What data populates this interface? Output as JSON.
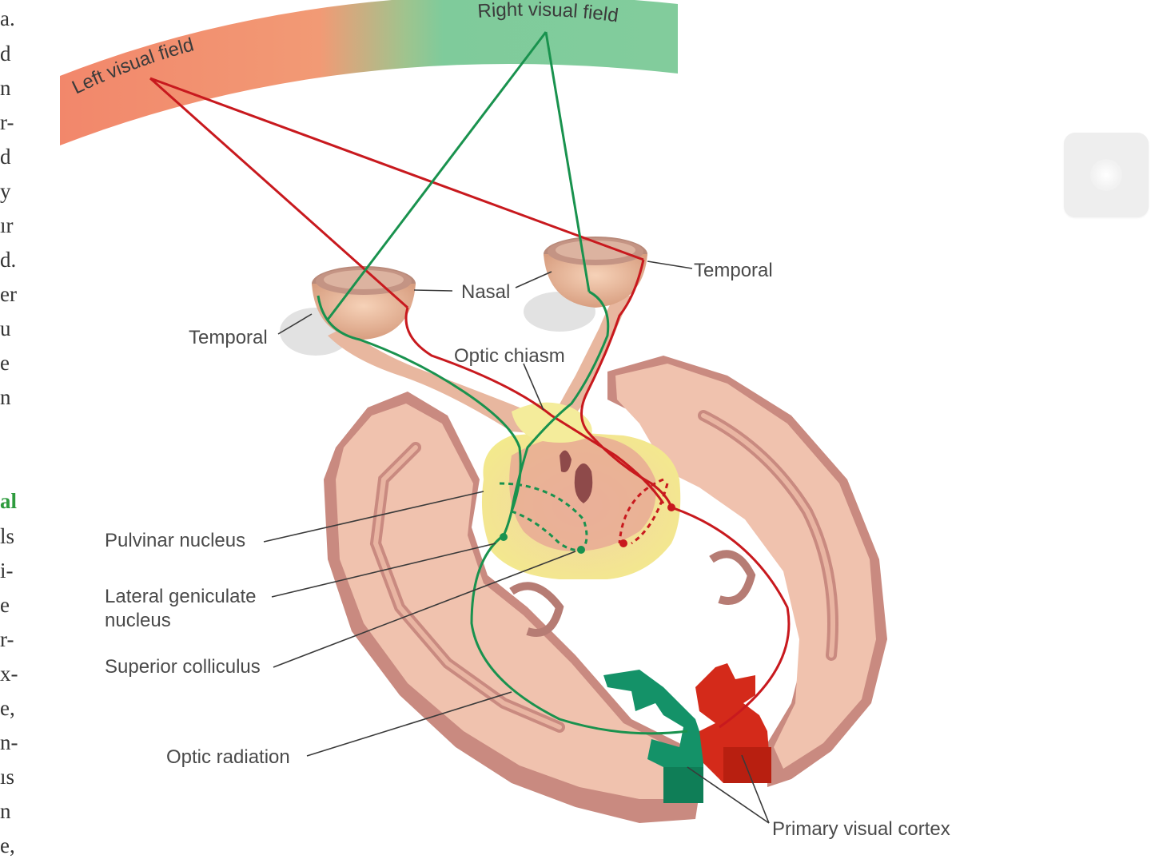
{
  "left_column": {
    "text_fragments": [
      "a.",
      "d",
      "n",
      "r-",
      "d",
      "y",
      "ır",
      "d.",
      "er",
      "u",
      "e",
      "n",
      "",
      "",
      "al",
      "ls",
      "i-",
      "e",
      "r-",
      "x-",
      "e,",
      "n-",
      "ıs",
      "n",
      "e,"
    ]
  },
  "visual_fields": {
    "left": "Left visual field",
    "right": "Right visual field"
  },
  "labels": {
    "temporal_right": "Temporal",
    "temporal_left": "Temporal",
    "nasal": "Nasal",
    "optic_chiasm": "Optic chiasm",
    "pulvinar": "Pulvinar nucleus",
    "lgn_line1": "Lateral geniculate",
    "lgn_line2": "nucleus",
    "superior_colliculus": "Superior colliculus",
    "optic_radiation": "Optic radiation",
    "primary_visual_cortex": "Primary visual cortex"
  },
  "colors": {
    "left_field": "#f2876b",
    "right_field": "#7fcb9b",
    "left_pathway": "#c8191e",
    "right_pathway": "#19924e",
    "brain_tissue": "#f0c2ae",
    "brain_edge": "#c98a80",
    "thalamus_yellow": "#f3ec9a",
    "cortex_green": "#149268",
    "cortex_red": "#d42a1a"
  }
}
